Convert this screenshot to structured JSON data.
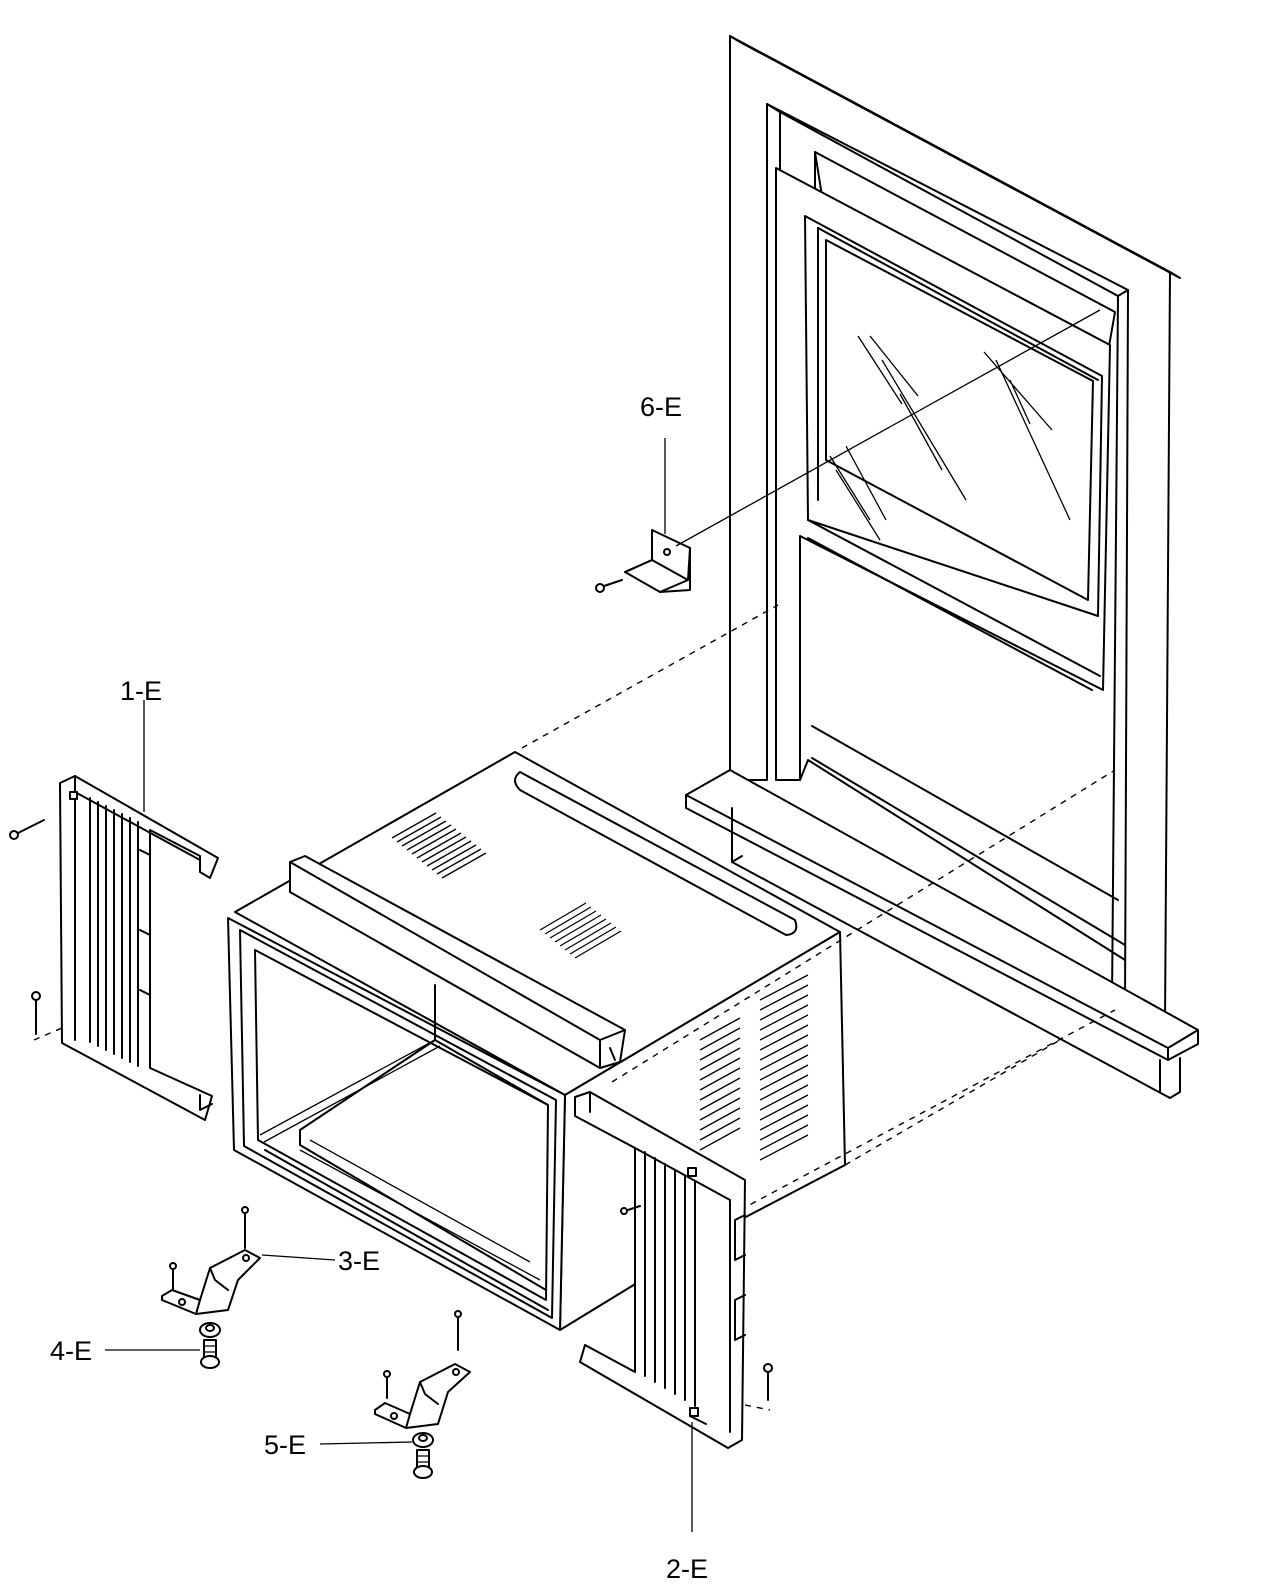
{
  "diagram": {
    "labels": {
      "part_1": "1-E",
      "part_2": "2-E",
      "part_3": "3-E",
      "part_4": "4-E",
      "part_5": "5-E",
      "part_6": "6-E"
    }
  }
}
